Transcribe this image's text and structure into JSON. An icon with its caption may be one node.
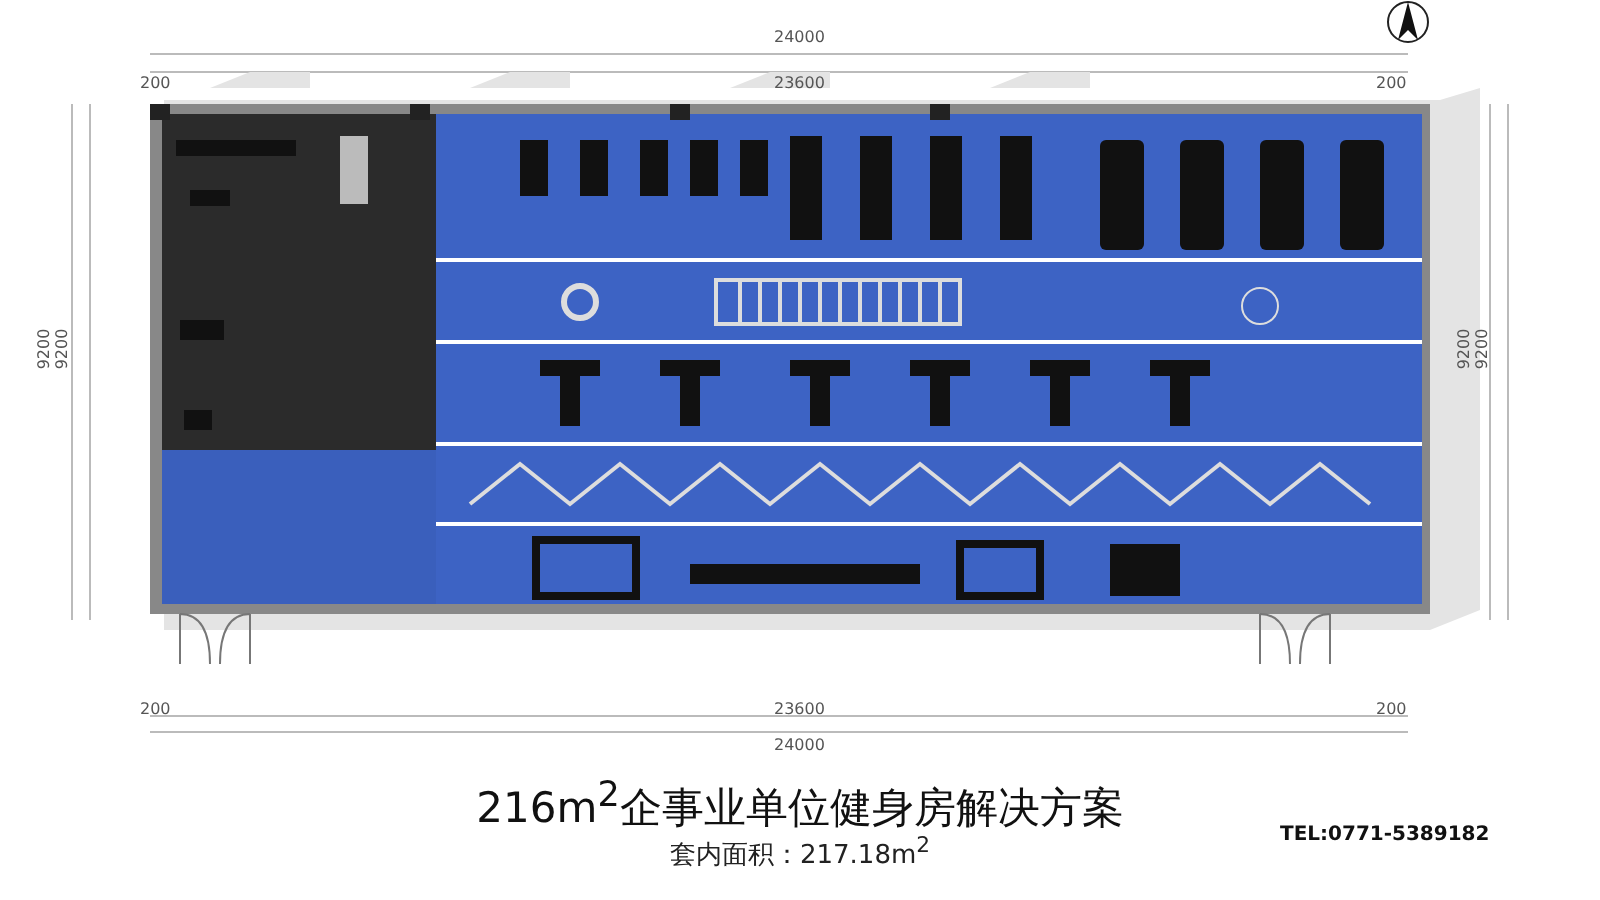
{
  "diagram": {
    "title": "216m$^{2}$企事业单位健身房解决方案",
    "labels": [
      "24000",
      "200",
      "23600",
      "200",
      "9200",
      "9200",
      "9200",
      "9200",
      "200",
      "23600",
      "200",
      "24000",
      "套内面积：217.18m$^{2}$",
      "TEL:0771-5389182"
    ]
  }
}
